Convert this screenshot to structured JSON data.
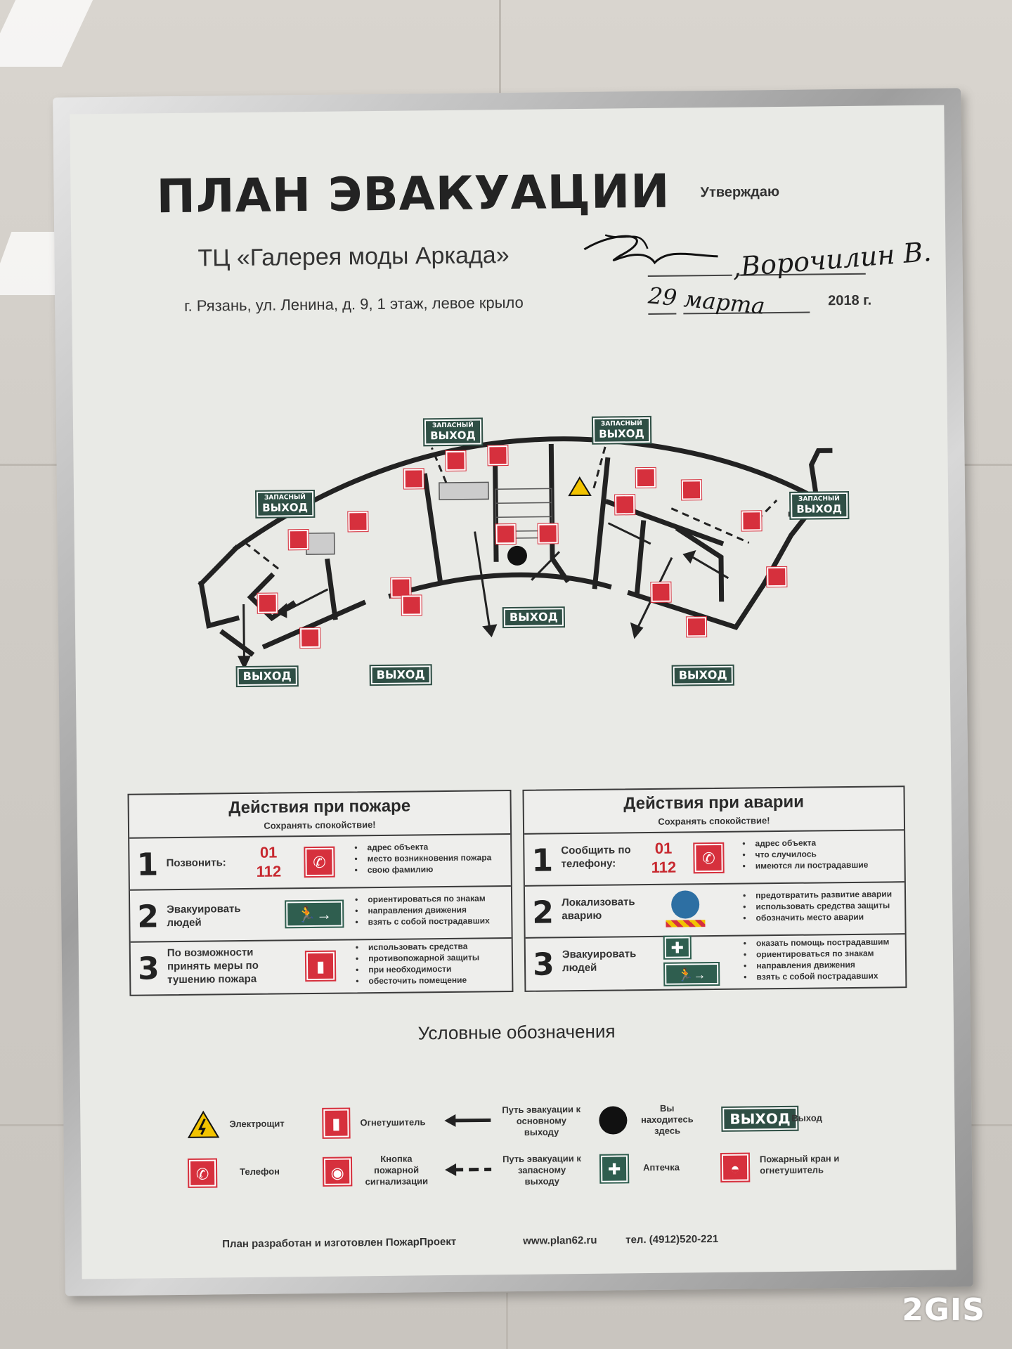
{
  "title": "ПЛАН ЭВАКУАЦИИ",
  "subtitle": "ТЦ «Галерея моды Аркада»",
  "address": "г. Рязань, ул. Ленина, д. 9, 1 этаж, левое крыло",
  "approval": {
    "label": "Утверждаю",
    "signature_name": ",Ворочилин В.",
    "date_handwritten": "29 марта",
    "year": "2018 г."
  },
  "plan": {
    "exit_label": "ВЫХОД",
    "reserve_exit_top": "ЗАПАСНЫЙ",
    "reserve_exit_bottom": "ВЫХОД"
  },
  "fire_actions": {
    "title": "Действия при пожаре",
    "subtitle": "Сохранять спокойствие!",
    "rows": [
      {
        "num": "1",
        "label": "Позвонить:",
        "phones": [
          "01",
          "112"
        ],
        "bullets": [
          "адрес объекта",
          "место возникновения пожара",
          "свою фамилию"
        ]
      },
      {
        "num": "2",
        "label": "Эвакуировать людей",
        "bullets": [
          "ориентироваться по знакам",
          "направления движения",
          "взять с собой пострадавших"
        ]
      },
      {
        "num": "3",
        "label": "По возможности принять меры по тушению пожара",
        "bullets": [
          "использовать средства",
          "противопожарной защиты",
          "при необходимости",
          "обесточить помещение"
        ]
      }
    ]
  },
  "accident_actions": {
    "title": "Действия при аварии",
    "subtitle": "Сохранять спокойствие!",
    "rows": [
      {
        "num": "1",
        "label": "Сообщить по телефону:",
        "phones": [
          "01",
          "112"
        ],
        "bullets": [
          "адрес объекта",
          "что случилось",
          "имеются ли пострадавшие"
        ]
      },
      {
        "num": "2",
        "label": "Локализовать аварию",
        "bullets": [
          "предотвратить развитие аварии",
          "использовать средства защиты",
          "обозначить место аварии"
        ]
      },
      {
        "num": "3",
        "label": "Эвакуировать людей",
        "bullets": [
          "оказать помощь пострадавшим",
          "ориентироваться по знакам",
          "направления движения",
          "взять с собой пострадавших"
        ]
      }
    ]
  },
  "legend": {
    "title": "Условные обозначения",
    "items": {
      "electric_panel": "Электрощит",
      "extinguisher": "Огнетушитель",
      "main_route": "Путь эвакуации к основному выходу",
      "you_are_here": "Вы находитесь здесь",
      "exit_sign": "ВЫХОД",
      "exit": "Выход",
      "phone": "Телефон",
      "alarm_button": "Кнопка пожарной сигнализации",
      "reserve_route": "Путь эвакуации к запасному выходу",
      "first_aid": "Аптечка",
      "hydrant": "Пожарный кран и огнетушитель"
    }
  },
  "footer": {
    "made_by": "План разработан и изготовлен  ПожарПроект",
    "site": "www.plan62.ru",
    "phone": "тел. (4912)520-221"
  },
  "watermark": "2GIS",
  "colors": {
    "sign_red": "#d6303d",
    "exit_green": "#2f4f45",
    "sheet": "#e9eae6"
  }
}
